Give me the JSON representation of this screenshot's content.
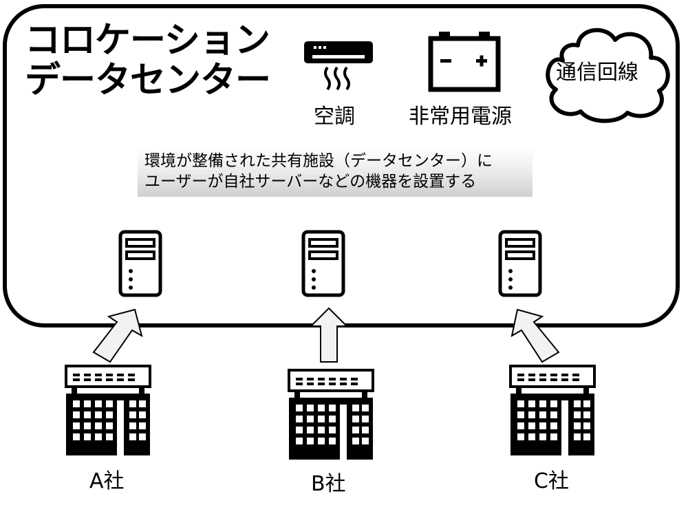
{
  "title": {
    "line1": "コロケーション",
    "line2": "データセンター"
  },
  "facilities": {
    "aircon_label": "空調",
    "power_label": "非常用電源",
    "network_label": "通信回線"
  },
  "note": {
    "line1": "環境が整備された共有施設（データセンター）に",
    "line2": "ユーザーが自社サーバーなどの機器を設置する"
  },
  "companies": [
    {
      "label": "A社"
    },
    {
      "label": "B社"
    },
    {
      "label": "C社"
    }
  ],
  "icons": {
    "aircon": "air-conditioner-icon",
    "battery": "battery-icon",
    "cloud": "cloud-icon",
    "server": "server-icon",
    "building": "building-icon",
    "arrow": "arrow-up-icon"
  },
  "colors": {
    "stroke": "#000000",
    "arrow_fill": "#f2f2f2",
    "note_gradient_end": "#cfcfcf"
  }
}
